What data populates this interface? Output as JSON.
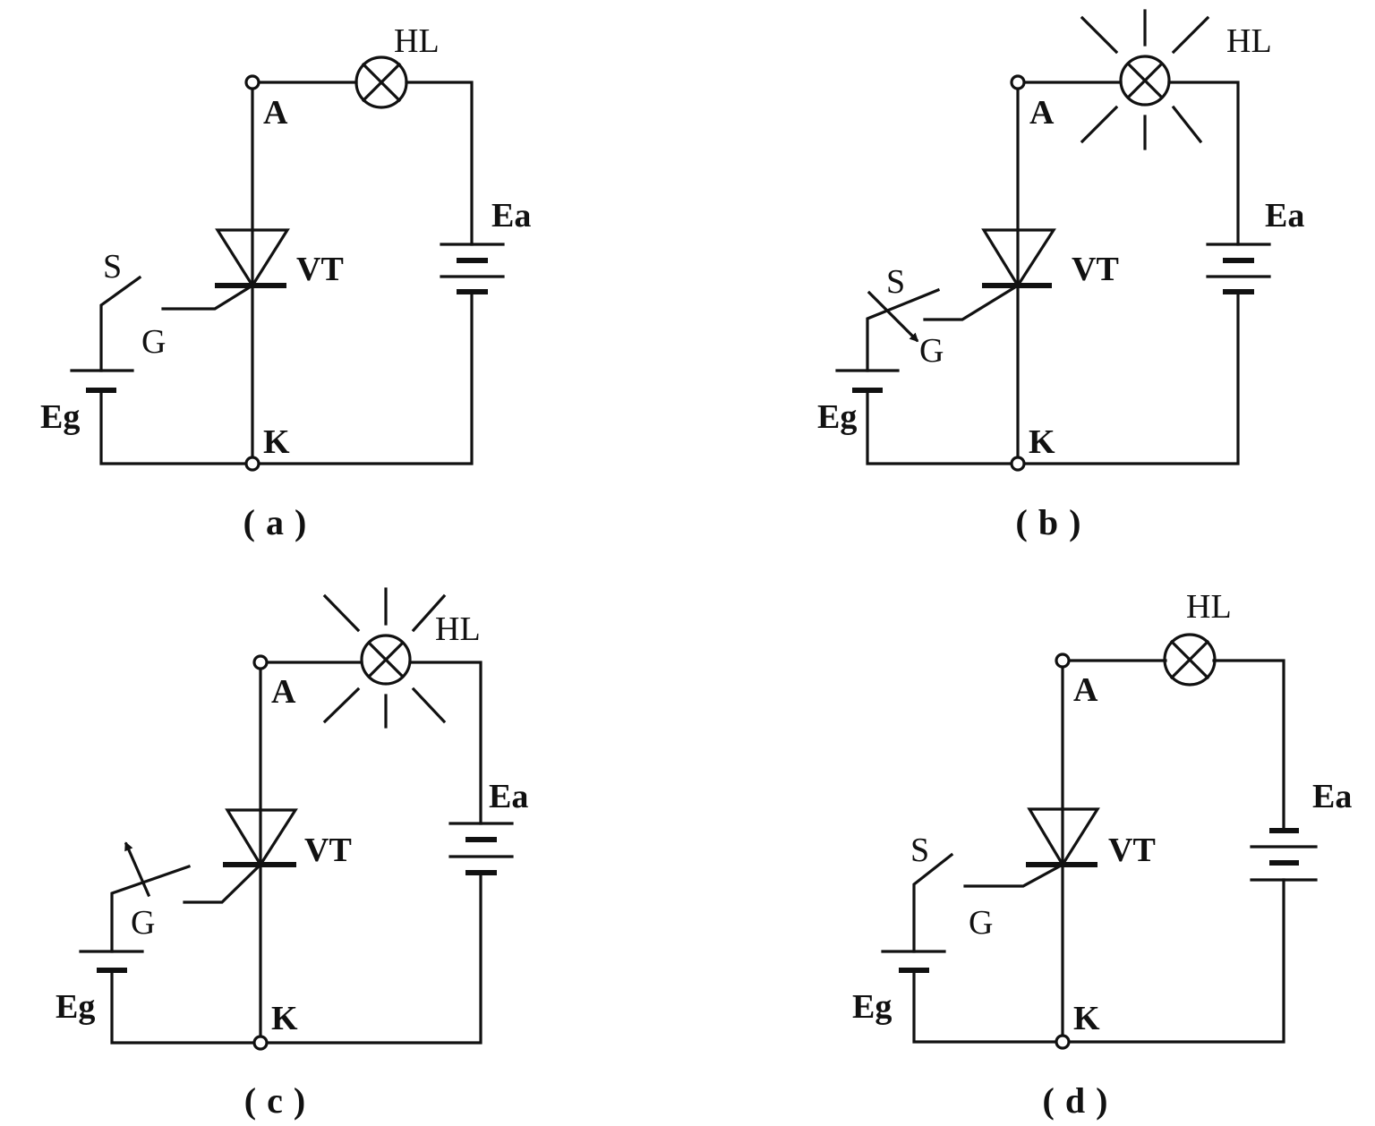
{
  "panels": [
    {
      "id": "a",
      "caption": "(a)",
      "lamp_lit": false,
      "switch": "open",
      "labels": {
        "lamp": "HL",
        "anode": "A",
        "cathode": "K",
        "gate": "G",
        "thyristor": "VT",
        "switch": "S",
        "gate_source": "Eg",
        "anode_source": "Ea"
      }
    },
    {
      "id": "b",
      "caption": "(b)",
      "lamp_lit": true,
      "switch": "closing",
      "labels": {
        "lamp": "HL",
        "anode": "A",
        "cathode": "K",
        "gate": "G",
        "thyristor": "VT",
        "switch": "S",
        "gate_source": "Eg",
        "anode_source": "Ea"
      }
    },
    {
      "id": "c",
      "caption": "(c)",
      "lamp_lit": true,
      "switch": "opening",
      "labels": {
        "lamp": "HL",
        "anode": "A",
        "cathode": "K",
        "gate": "G",
        "thyristor": "VT",
        "switch": "",
        "gate_source": "Eg",
        "anode_source": "Ea"
      }
    },
    {
      "id": "d",
      "caption": "(d)",
      "lamp_lit": false,
      "switch": "open",
      "labels": {
        "lamp": "HL",
        "anode": "A",
        "cathode": "K",
        "gate": "G",
        "thyristor": "VT",
        "switch": "S",
        "gate_source": "Eg",
        "anode_source": "Ea"
      }
    }
  ],
  "colors": {
    "ink": "#111111",
    "background": "#ffffff"
  }
}
